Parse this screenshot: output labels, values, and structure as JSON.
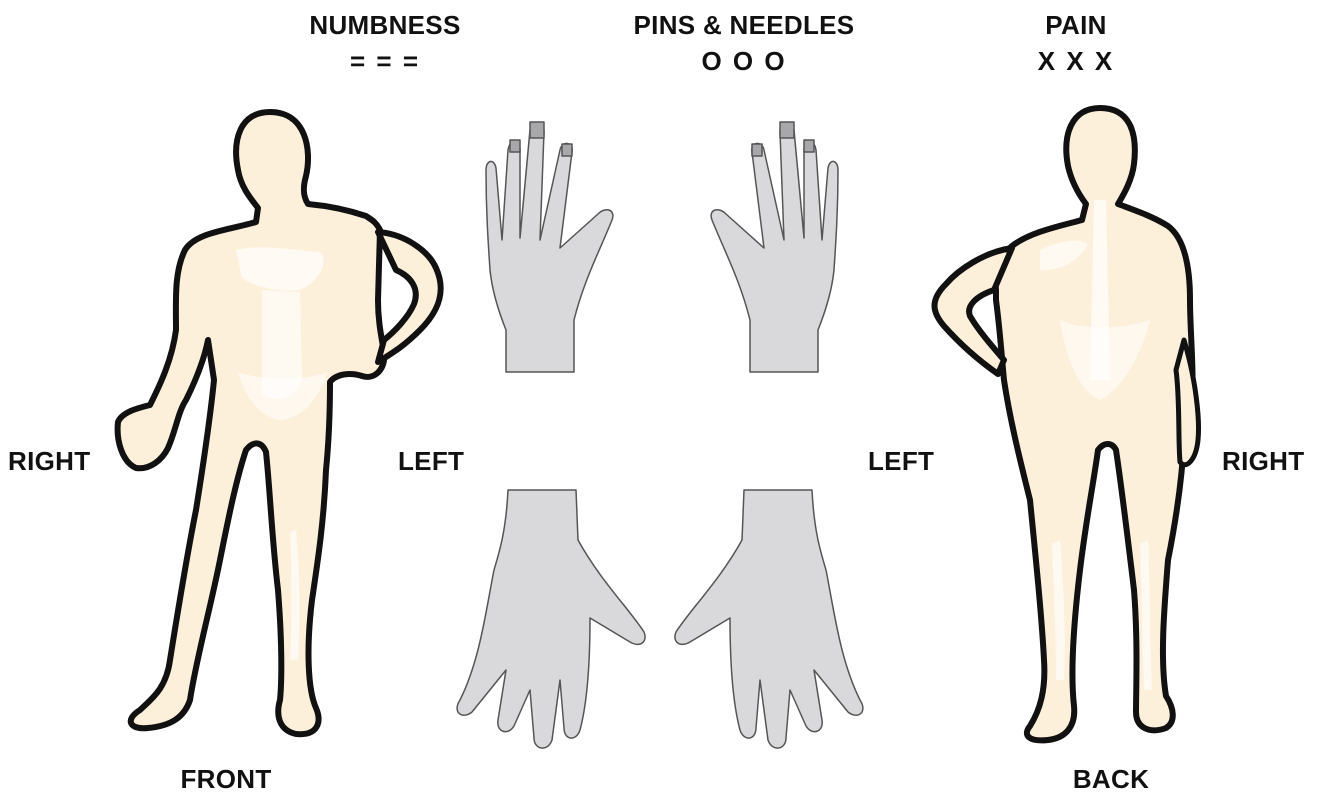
{
  "legend": [
    {
      "label": "NUMBNESS",
      "symbol": "= = ="
    },
    {
      "label": "PINS & NEEDLES",
      "symbol": "O O O"
    },
    {
      "label": "PAIN",
      "symbol": "X X X"
    }
  ],
  "labels": {
    "front_right": "RIGHT",
    "front_left": "LEFT",
    "back_left": "LEFT",
    "back_right": "RIGHT",
    "front": "FRONT",
    "back": "BACK"
  },
  "colors": {
    "skin": "#fdf0db",
    "outline": "#111111",
    "hand": "#d9d9db",
    "hand_outline": "#555555",
    "highlight": "#ffffff"
  }
}
